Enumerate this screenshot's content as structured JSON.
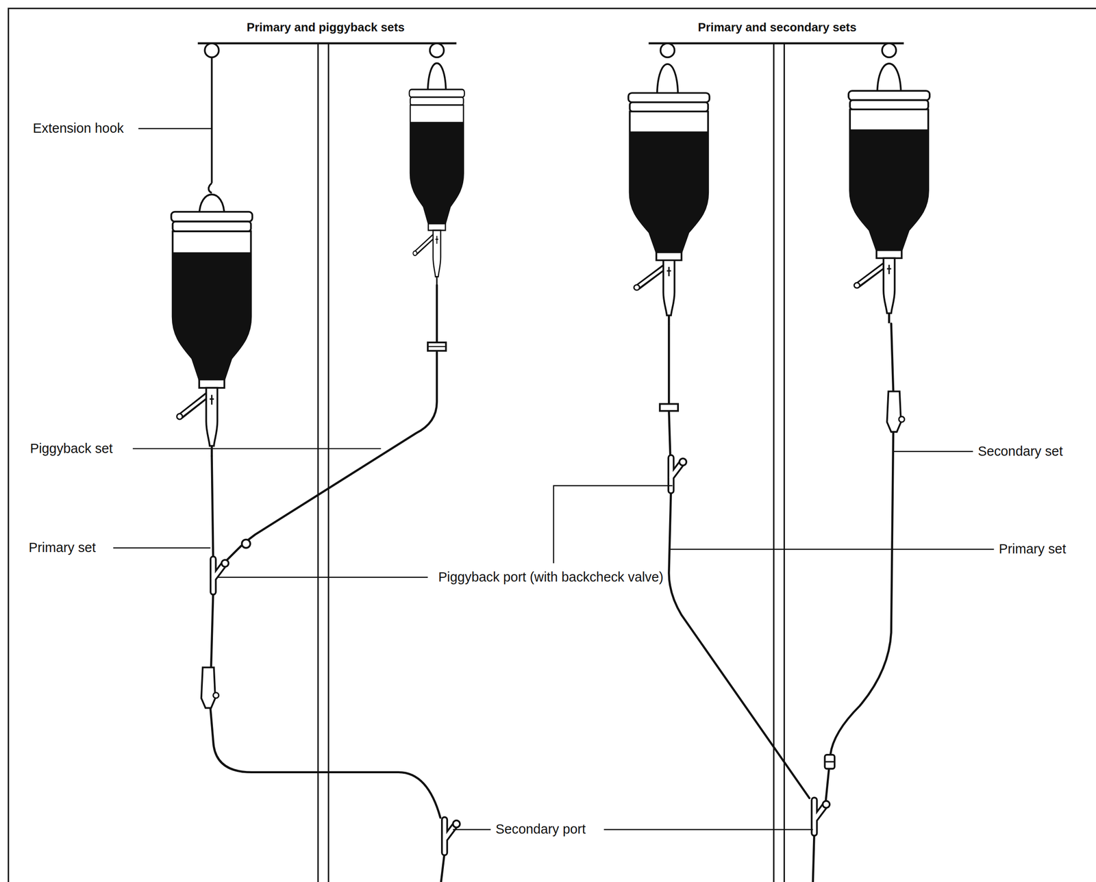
{
  "diagram": {
    "labels": [
      "Primary and piggyback sets",
      "Primary and secondary sets",
      "Extension hook",
      "Piggyback set",
      "Primary set",
      "Piggyback port (with backcheck valve)",
      "Secondary port",
      "Secondary set",
      "Primary set"
    ]
  }
}
